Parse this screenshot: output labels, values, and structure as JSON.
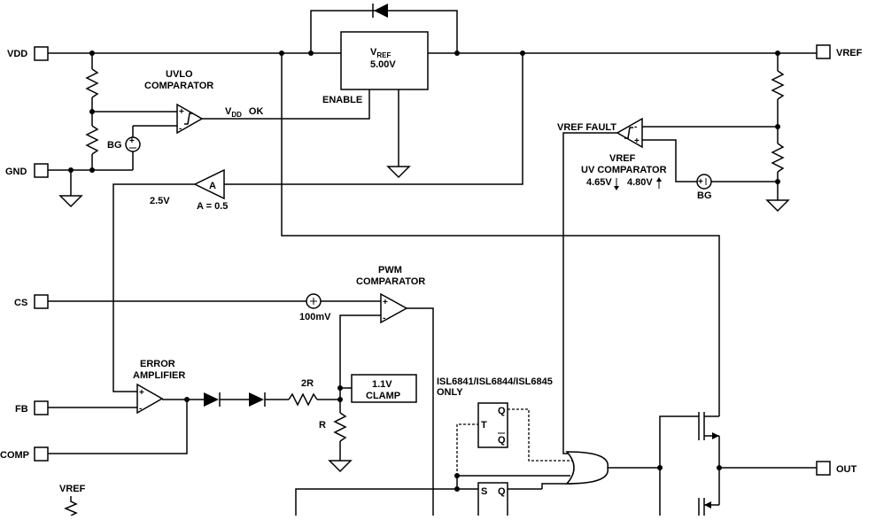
{
  "pins": {
    "vdd": "VDD",
    "gnd": "GND",
    "vref_out": "VREF",
    "cs": "CS",
    "fb": "FB",
    "comp": "COMP",
    "out": "OUT",
    "vref_bottom": "VREF"
  },
  "blocks": {
    "vref_reg_line1": "V",
    "vref_reg_sub": "REF",
    "vref_reg_line2": "5.00V",
    "enable": "ENABLE",
    "clamp_line1": "1.1V",
    "clamp_line2": "CLAMP"
  },
  "labels": {
    "uvlo_line1": "UVLO",
    "uvlo_line2": "COMPARATOR",
    "vdd_ok_main": "V",
    "vdd_ok_sub": "DD",
    "vdd_ok_tail": "OK",
    "bg1": "BG",
    "bg2": "BG",
    "amp_a": "A",
    "amp_gain": "A = 0.5",
    "v25": "2.5V",
    "vref_fault": "VREF FAULT",
    "uv_line1": "VREF",
    "uv_line2": "UV COMPARATOR",
    "uv_low": "4.65V",
    "uv_high": "4.80V",
    "pwm_line1": "PWM",
    "pwm_line2": "COMPARATOR",
    "mv100": "100mV",
    "ea_line1": "ERROR",
    "ea_line2": "AMPLIFIER",
    "r2": "2R",
    "r": "R",
    "isl_line1": "ISL6841/ISL6844/ISL6845",
    "isl_line2": "ONLY",
    "t": "T",
    "q": "Q",
    "qbar": "Q",
    "s": "S",
    "q2": "Q",
    "plus": "+",
    "minus": "-"
  }
}
